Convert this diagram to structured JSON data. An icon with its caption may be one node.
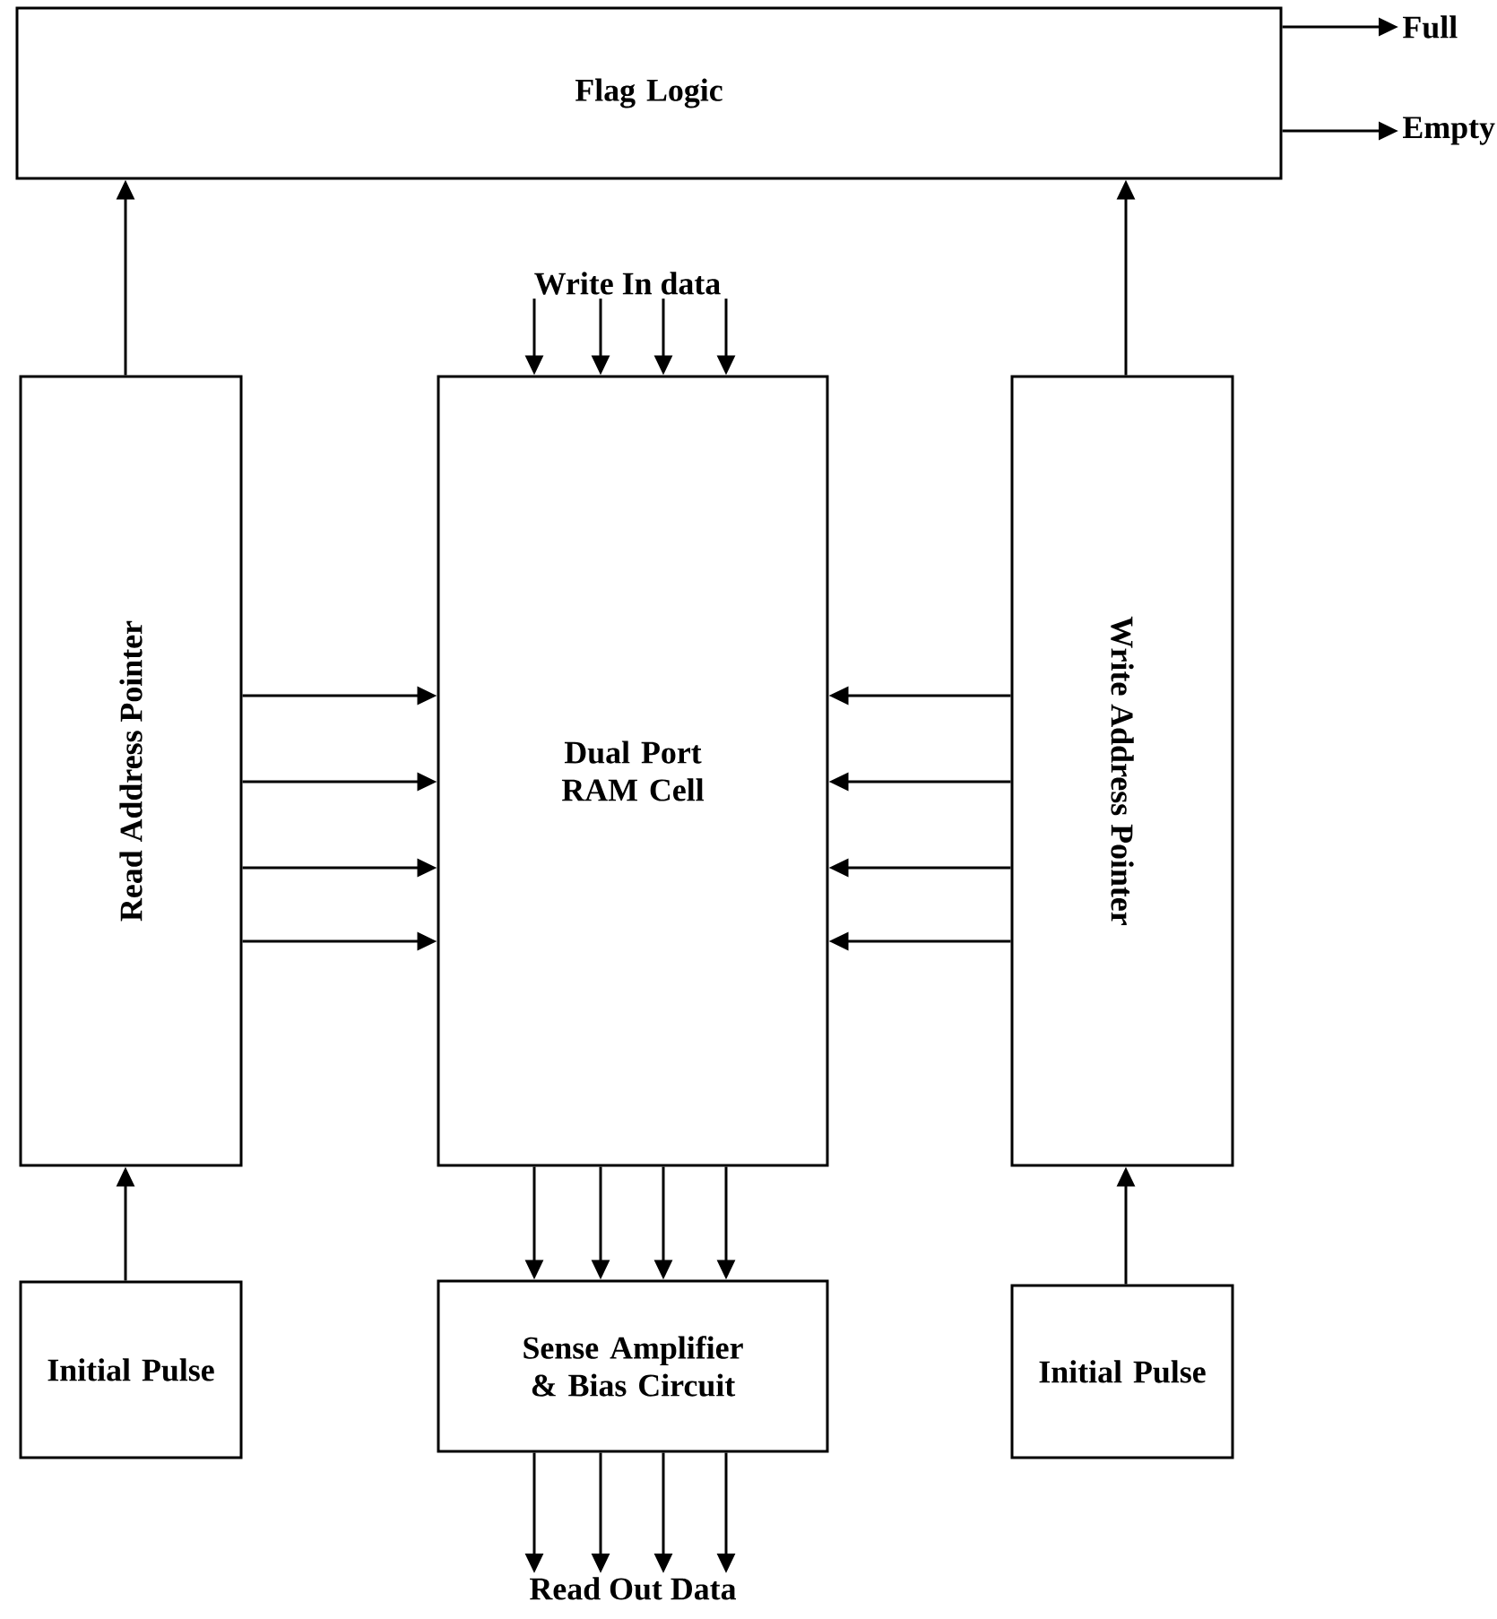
{
  "diagram": {
    "nodes": [
      {
        "text": [
          "Flag Logic"
        ]
      },
      {
        "text": [
          "Read Address Pointer"
        ]
      },
      {
        "text": [
          "Dual Port RAM Cell"
        ]
      },
      {
        "text": [
          "Write Address Pointer"
        ]
      },
      {
        "text": [
          "Initial Pulse"
        ]
      },
      {
        "text": [
          "Sense Amplifier & Bias Circuit"
        ]
      },
      {
        "text": [
          "Initial Pulse"
        ]
      },
      {
        "text": [
          "Full"
        ]
      },
      {
        "text": [
          "Empty"
        ]
      },
      {
        "text": [
          "Write In data"
        ]
      },
      {
        "text": [
          "Read Out Data"
        ]
      }
    ],
    "edges": [
      {
        "from": 1,
        "to": 0,
        "arrow": "to"
      },
      {
        "from": 3,
        "to": 0,
        "arrow": "to"
      },
      {
        "from": 4,
        "to": 1,
        "arrow": "to"
      },
      {
        "from": 6,
        "to": 3,
        "arrow": "to"
      },
      {
        "from": 0,
        "to": 7,
        "arrow": "to"
      },
      {
        "from": 0,
        "to": 8,
        "arrow": "to"
      },
      {
        "from": 9,
        "to": 2,
        "arrow": "to"
      },
      {
        "from": 9,
        "to": 2,
        "arrow": "to"
      },
      {
        "from": 9,
        "to": 2,
        "arrow": "to"
      },
      {
        "from": 9,
        "to": 2,
        "arrow": "to"
      },
      {
        "from": 1,
        "to": 2,
        "arrow": "to"
      },
      {
        "from": 1,
        "to": 2,
        "arrow": "to"
      },
      {
        "from": 1,
        "to": 2,
        "arrow": "to"
      },
      {
        "from": 1,
        "to": 2,
        "arrow": "to"
      },
      {
        "from": 3,
        "to": 2,
        "arrow": "to"
      },
      {
        "from": 3,
        "to": 2,
        "arrow": "to"
      },
      {
        "from": 3,
        "to": 2,
        "arrow": "to"
      },
      {
        "from": 3,
        "to": 2,
        "arrow": "to"
      },
      {
        "from": 2,
        "to": 5,
        "arrow": "to"
      },
      {
        "from": 2,
        "to": 5,
        "arrow": "to"
      },
      {
        "from": 2,
        "to": 5,
        "arrow": "to"
      },
      {
        "from": 2,
        "to": 5,
        "arrow": "to"
      },
      {
        "from": 5,
        "to": 10,
        "arrow": "to"
      },
      {
        "from": 5,
        "to": 10,
        "arrow": "to"
      },
      {
        "from": 5,
        "to": 10,
        "arrow": "to"
      },
      {
        "from": 5,
        "to": 10,
        "arrow": "to"
      }
    ]
  }
}
